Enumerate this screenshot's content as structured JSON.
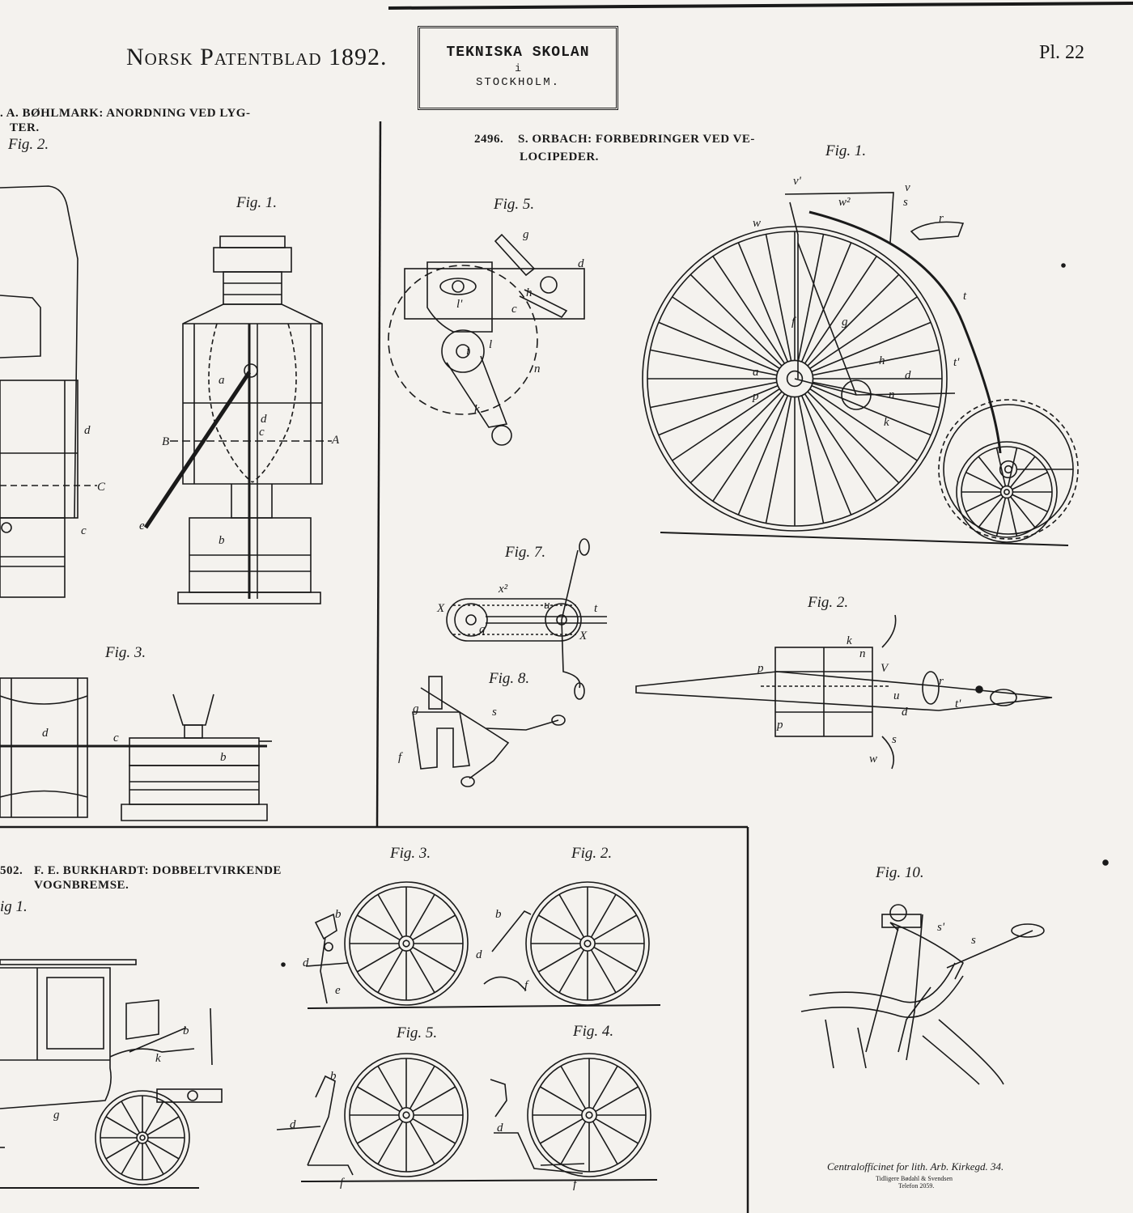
{
  "header": {
    "title": "Norsk Patentblad 1892.",
    "plate": "Pl. 22",
    "stamp": {
      "line1": "TEKNISKA SKOLAN",
      "line2": "i",
      "line3": "STOCKHOLM."
    }
  },
  "sections": {
    "bohlmark": {
      "heading_line1": ". A. BØHLMARK:  ANORDNING VED LYG-",
      "heading_line2": "TER.",
      "figs": [
        "Fig. 2.",
        "Fig. 1.",
        "Fig. 3."
      ]
    },
    "orbach": {
      "number": "2496.",
      "heading_line1": "S. ORBACH:  FORBEDRINGER VED VE-",
      "heading_line2": "LOCIPEDER.",
      "figs": [
        "Fig. 1.",
        "Fig. 5.",
        "Fig. 7.",
        "Fig. 8.",
        "Fig. 2.",
        "Fig. 10."
      ]
    },
    "burkhardt": {
      "number": "502.",
      "heading_line1": "F. E. BURKHARDT:  DOBBELTVIRKENDE",
      "heading_line2": "VOGNBREMSE.",
      "figs": [
        "ig 1.",
        "Fig. 3.",
        "Fig. 2.",
        "Fig. 5.",
        "Fig. 4."
      ]
    }
  },
  "credit": {
    "line1": "Centraloffícinet for lith. Arb. Kirkegd. 34.",
    "line2": "Tidligere Bødahl & Svendsen",
    "line3": "Telefon 2059."
  }
}
